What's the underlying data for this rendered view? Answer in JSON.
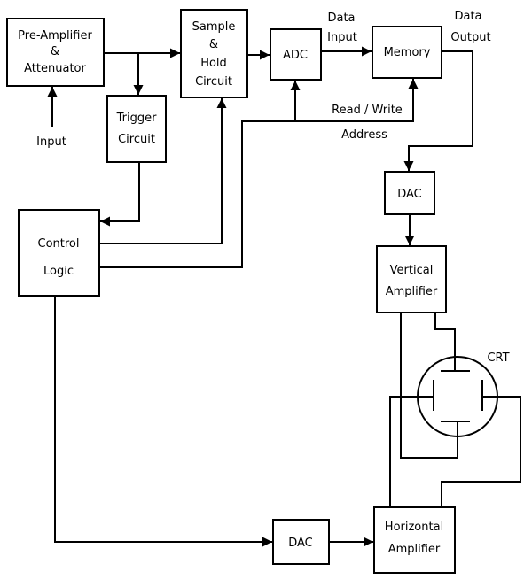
{
  "diagram": {
    "type": "block-diagram",
    "colors": {
      "background": "#ffffff",
      "line": "#000000",
      "text": "#000000",
      "box_fill": "#ffffff"
    },
    "nodes": {
      "preamp": {
        "lines": [
          "Pre-Amplifier",
          "&",
          "Attenuator"
        ]
      },
      "trigger": {
        "lines": [
          "Trigger",
          "Circuit"
        ]
      },
      "sample_hold": {
        "lines": [
          "Sample",
          "&",
          "Hold",
          "Circuit"
        ]
      },
      "adc": {
        "lines": [
          "ADC"
        ]
      },
      "memory": {
        "lines": [
          "Memory"
        ]
      },
      "control_logic": {
        "lines": [
          "Control",
          "Logic"
        ]
      },
      "dac_vertical": {
        "lines": [
          "DAC"
        ]
      },
      "vertical_amplifier": {
        "lines": [
          "Vertical",
          "Amplifier"
        ]
      },
      "dac_horizontal": {
        "lines": [
          "DAC"
        ]
      },
      "horizontal_amplifier": {
        "lines": [
          "Horizontal",
          "Amplifier"
        ]
      }
    },
    "labels": {
      "input": "Input",
      "data_input": [
        "Data",
        "Input"
      ],
      "data_output": [
        "Data",
        "Output"
      ],
      "read_write": "Read / Write",
      "address": "Address",
      "crt": "CRT"
    }
  }
}
